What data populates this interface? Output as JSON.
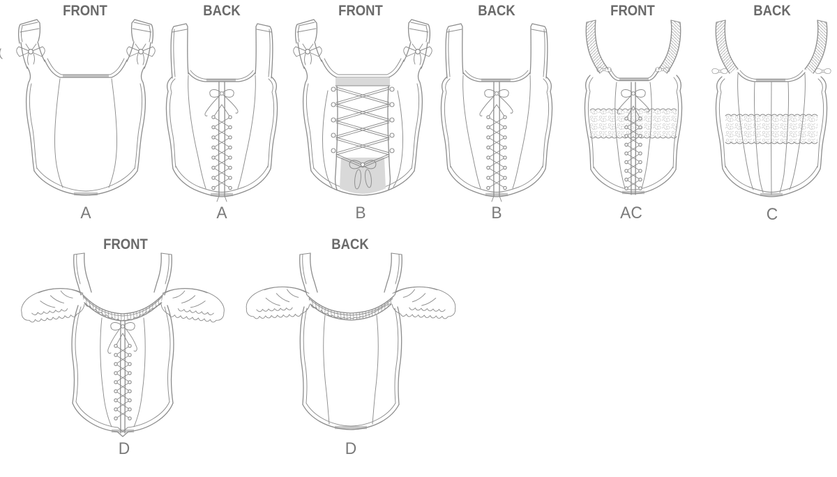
{
  "figure": {
    "panels": [
      {
        "view": "FRONT",
        "letter": "A"
      },
      {
        "view": "BACK",
        "letter": "A"
      },
      {
        "view": "FRONT",
        "letter": "B"
      },
      {
        "view": "BACK",
        "letter": "B"
      },
      {
        "view": "FRONT",
        "letter": "AC"
      },
      {
        "view": "BACK",
        "letter": "C"
      },
      {
        "view": "FRONT",
        "letter": "D"
      },
      {
        "view": "BACK",
        "letter": "D"
      }
    ],
    "colors": {
      "background": "#ffffff",
      "line": "#8c8c8c",
      "text": "#6a6a6a",
      "letter": "#7a7a7a",
      "shade": "#d9d9d9",
      "seg": "#c6c6c6",
      "lace": "#c6c6c6"
    }
  }
}
